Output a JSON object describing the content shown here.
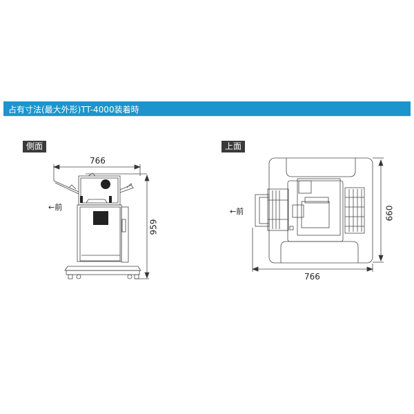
{
  "header": {
    "title": "占有寸法(最大外形)TT-4000装着時",
    "color": "#1b95cc"
  },
  "side_view": {
    "label": "側面",
    "width_mm": "766",
    "height_mm": "959",
    "front_label": "←前"
  },
  "top_view": {
    "label": "上面",
    "width_mm": "766",
    "depth_mm": "660",
    "front_label": "←前"
  }
}
